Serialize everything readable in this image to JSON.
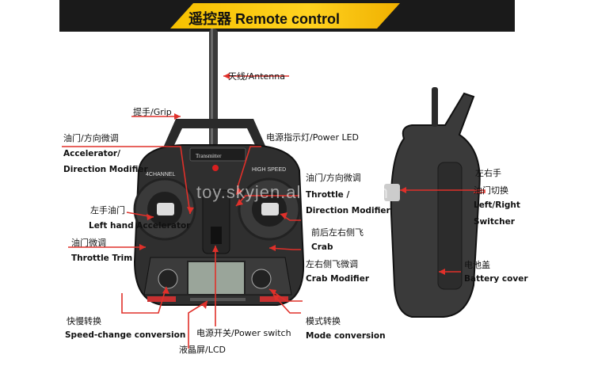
{
  "banner": {
    "title": "遥控器  Remote control"
  },
  "watermark": "toy.skyjen.alibaba.com",
  "device": {
    "brand_text": "Transmitter",
    "channel_text": "4CHANNEL",
    "speed_text": "HIGH SPEED"
  },
  "labels": {
    "antenna": "天线/Antenna",
    "grip": "提手/Grip",
    "accel_cn": "油门/方向微调",
    "accel_en1": "Accelerator/",
    "accel_en2": "Direction Modifier",
    "power_led": "电源指示灯/Power LED",
    "throttle_cn": "油门/方向微调",
    "throttle_en1": "Throttle /",
    "throttle_en2": "Direction Modifier",
    "left_hand_cn": "左手油门",
    "left_hand_en": "Left hand Accelerator",
    "crab_cn": "前后左右侧飞",
    "crab_en": "Crab",
    "throttle_trim_cn": "油门微调",
    "throttle_trim_en": "Throttle Trim",
    "crab_mod_cn": "左右侧飞微调",
    "crab_mod_en": "Crab Modifier",
    "speed_cn": "快慢转换",
    "speed_en": "Speed-change conversion",
    "power_switch": "电源开关/Power switch",
    "mode_cn": "模式转换",
    "mode_en": "Mode conversion",
    "lcd": "液晶屏/LCD",
    "switcher_cn1": "左右手",
    "switcher_cn2": "油门切换",
    "switcher_en1": "Left/Right",
    "switcher_en2": "Switcher",
    "battery_cn": "电池盖",
    "battery_en": "Battery cover"
  },
  "colors": {
    "arrow": "#e0302a",
    "banner": "#1a1a1a",
    "accent": "#ffd21f"
  }
}
